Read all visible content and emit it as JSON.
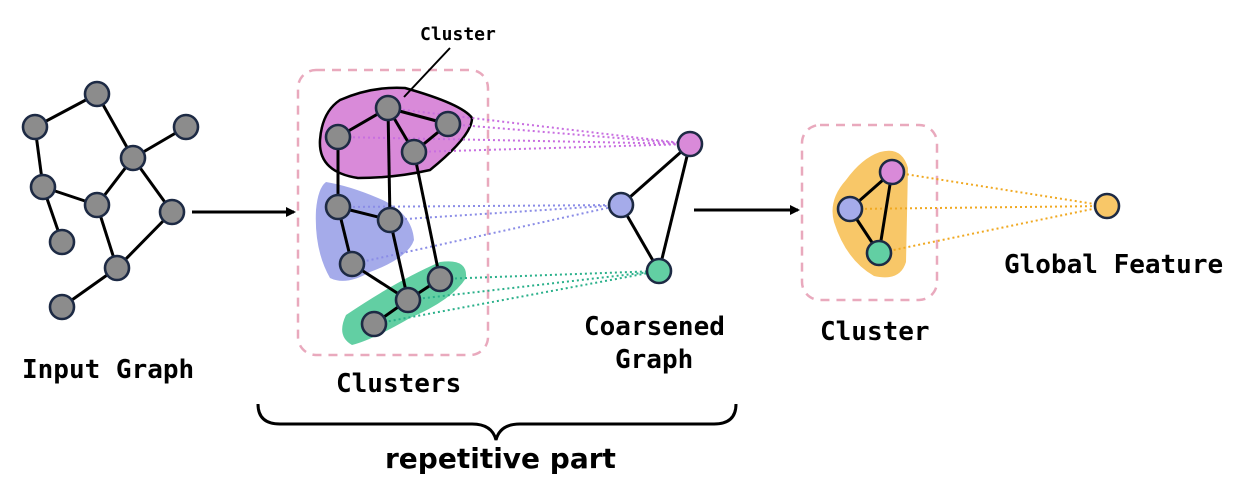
{
  "labels": {
    "input_graph": "Input Graph",
    "cluster_callout": "Cluster",
    "clusters": "Clusters",
    "coarsened_line1": "Coarsened",
    "coarsened_line2": "Graph",
    "cluster_single": "Cluster",
    "global_feature": "Global Feature",
    "repetitive_part": "repetitive part"
  },
  "colors": {
    "node_gray": "#8c8c8c",
    "pink": "#d98ad9",
    "blue": "#a5abea",
    "green": "#62cfa3",
    "orange": "#f8c768",
    "dash_box": "#e9a9bd",
    "pink_dots": "#c86ee0",
    "blue_dots": "#8a8ce6",
    "green_dots": "#2ab08a",
    "orange_dots": "#f0a820"
  }
}
